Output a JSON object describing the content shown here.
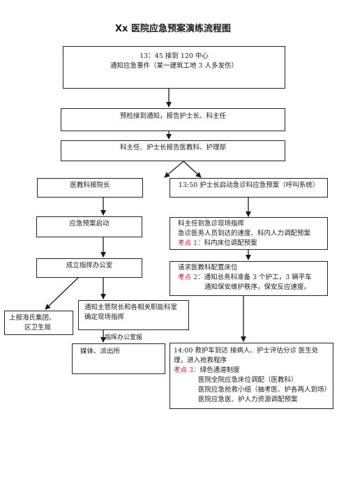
{
  "title": "Xx  医院应急预案演练流程图",
  "nodes": {
    "n1": {
      "lines": [
        "13：45 接到 120 中心",
        "通知应急事件（某一建筑工地 3 人多发伤）"
      ]
    },
    "n2": {
      "text": "预检接到通知，报告护士长、科主任"
    },
    "n3": {
      "text": "科主任、护士长报告医教科、护理部"
    },
    "n4": {
      "text": "医教科报院长"
    },
    "n5": {
      "text": "13:50 护士长启动急诊科应急预案（呼叫系统）"
    },
    "n6": {
      "text": "应急预案启动"
    },
    "n7": {
      "line1": "科主任到急诊现场指挥",
      "line2": "急诊医务人员到达的速度、科内人力调配预案",
      "key_label": "考点 1：",
      "key_text": "科内床位调配预案"
    },
    "n8": {
      "text": "成立指挥办公室"
    },
    "n9": {
      "line1": "请求医教科配置床位",
      "key_label": "考点 2：",
      "key_text": "通知总务科准备 3 个护工，3 辆平车",
      "line3": "通知保安维护秩序，保安反应速度。"
    },
    "n10": {
      "lines": [
        "上报海氏集团、",
        "区卫生局"
      ]
    },
    "n11": {
      "lines": [
        "通知主管院长和各相关职能科室",
        "确定现场指挥"
      ]
    },
    "n12": {
      "text": "媒体、派出所"
    },
    "n13": {
      "line1": "14:00  救护车到达  接病人、护士评估分诊    医生处",
      "line2": "理，进入抢救程序",
      "key_label": "考点 3：",
      "key_text": "绿色通道制度",
      "items": [
        "医院全院应急床位调配（医教科）",
        "医院应急抢救小组（抽考医、护各两人到场）",
        "医院应急医、护人力资源调配预案"
      ]
    }
  },
  "edge_label": "指挥办公室报",
  "colors": {
    "key_red": "#c8102e",
    "line": "#1a1a1a"
  }
}
